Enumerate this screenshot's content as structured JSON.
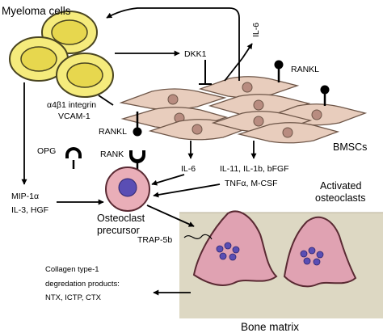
{
  "labels": {
    "myeloma_cells": "Myeloma cells",
    "il6_top": "IL-6",
    "dkk1": "DKK1",
    "rankl_right": "RANKL",
    "integrin_line1": "α4β1 integrin",
    "integrin_line2": "VCAM-1",
    "rankl_left": "RANKL",
    "opg": "OPG",
    "rank": "RANK",
    "bmscs": "BMSCs",
    "il6_mid": "IL-6",
    "cytokines_line1": "IL-11, IL-1b, bFGF",
    "cytokines_line2": "TNFα, M-CSF",
    "mip_line1": "MIP-1α",
    "mip_line2": "IL-3, HGF",
    "precursor_line1": "Osteoclast",
    "precursor_line2": "precursor",
    "activated_line1": "Activated",
    "activated_line2": "osteoclasts",
    "trap": "TRAP-5b",
    "collagen_line1": "Collagen type-1",
    "collagen_line2": "degredation products:",
    "collagen_line3": "NTX, ICTP, CTX",
    "bone_matrix": "Bone matrix"
  },
  "colors": {
    "myeloma_fill": "#f5eb7c",
    "myeloma_stroke": "#4a4520",
    "myeloma_nucleus": "#e7d74e",
    "bmsc_fill": "#e8cdbd",
    "bmsc_nucleus": "#b88c80",
    "precursor_fill": "#e9aeb8",
    "precursor_nucleus": "#5a4eb4",
    "osteoclast_fill": "#e0a2b2",
    "osteoclast_nuclei": "#5a4eb4",
    "bone_fill": "#ddd8c3"
  }
}
